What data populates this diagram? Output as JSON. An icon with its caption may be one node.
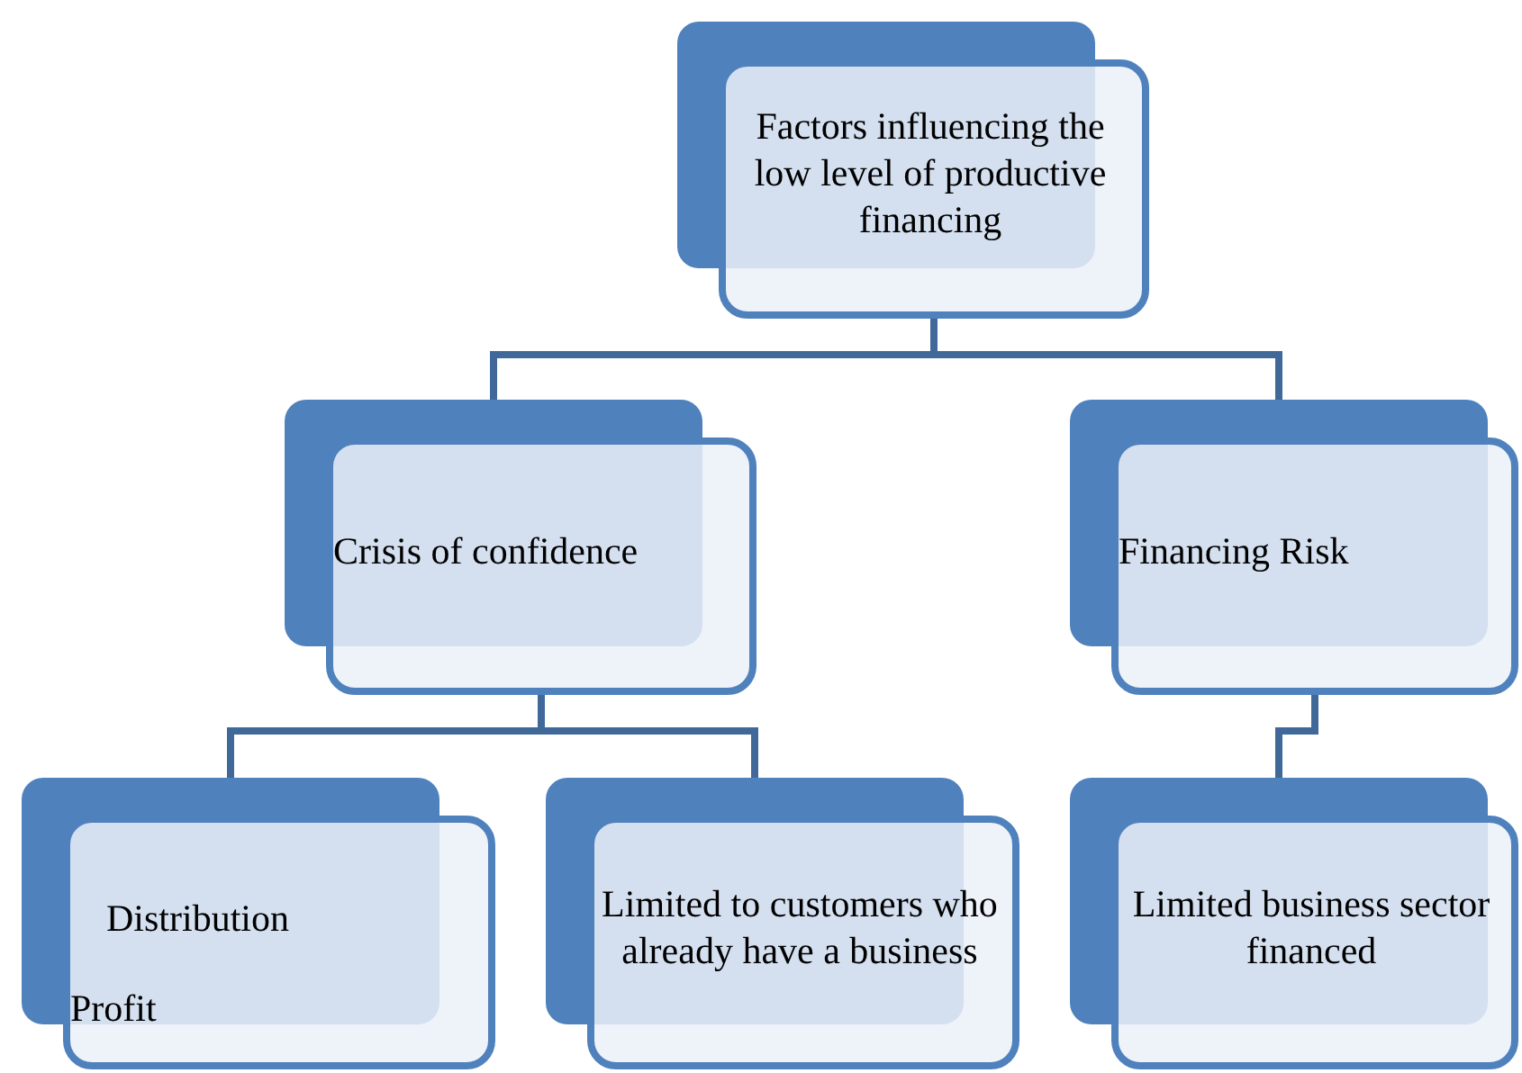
{
  "diagram": {
    "nodes": [
      {
        "text": [
          "Factors influencing the low level of productive financing"
        ]
      },
      {
        "text": [
          "Crisis of confidence"
        ]
      },
      {
        "text": [
          "Financing Risk"
        ]
      },
      {
        "text": [
          "Distribution",
          "Profit"
        ]
      },
      {
        "text": [
          "Limited to customers who already have a business"
        ]
      },
      {
        "text": [
          "Limited business sector financed"
        ]
      }
    ],
    "edges": [
      {
        "from": 0,
        "to": 1,
        "arrow": "none"
      },
      {
        "from": 0,
        "to": 2,
        "arrow": "none"
      },
      {
        "from": 1,
        "to": 3,
        "arrow": "none"
      },
      {
        "from": 1,
        "to": 4,
        "arrow": "none"
      },
      {
        "from": 2,
        "to": 5,
        "arrow": "none"
      }
    ]
  }
}
